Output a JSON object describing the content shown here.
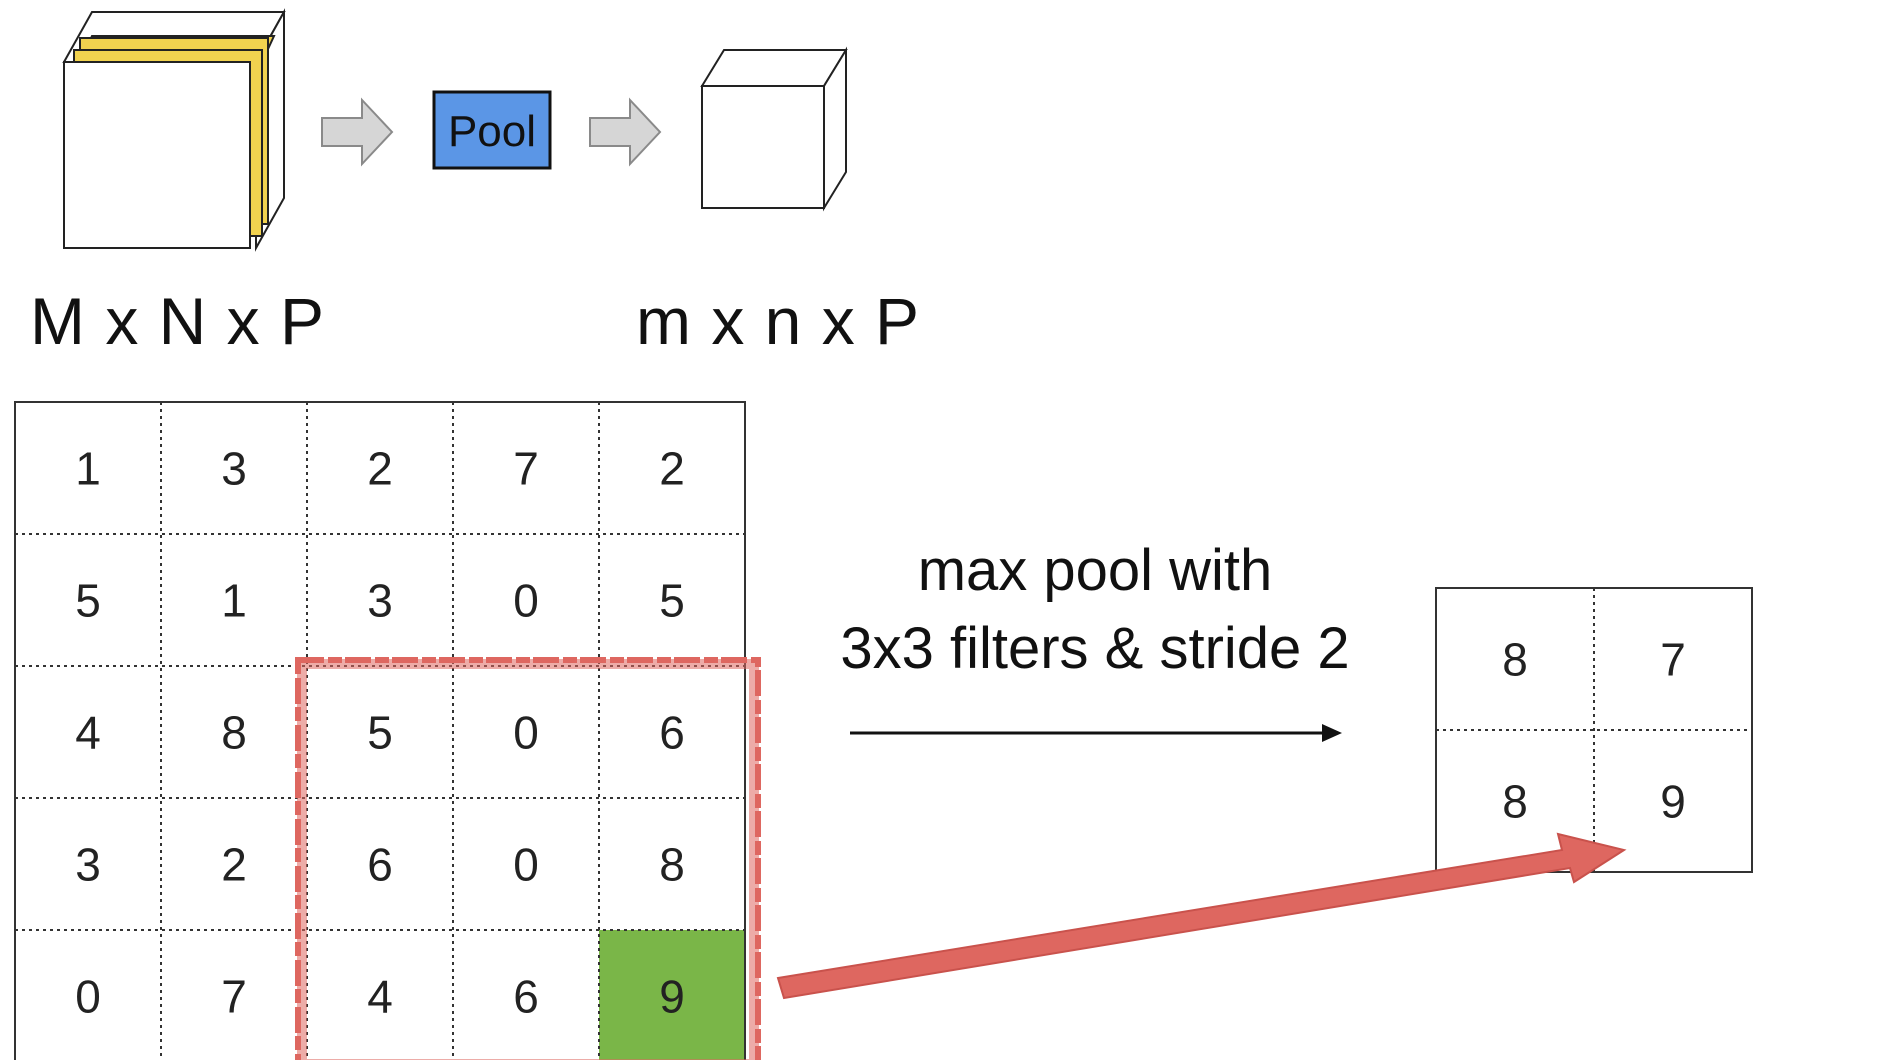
{
  "top": {
    "pool_label": "Pool",
    "input_dims": "M x N x P",
    "output_dims": "m x n x P"
  },
  "input_grid": [
    [
      1,
      3,
      2,
      7,
      2
    ],
    [
      5,
      1,
      3,
      0,
      5
    ],
    [
      4,
      8,
      5,
      0,
      6
    ],
    [
      3,
      2,
      6,
      0,
      8
    ],
    [
      0,
      7,
      4,
      6,
      9
    ]
  ],
  "output_grid": [
    [
      8,
      7
    ],
    [
      8,
      9
    ]
  ],
  "caption": {
    "line1": "max pool with",
    "line2": "3x3 filters & stride 2"
  },
  "colors": {
    "highlight_cell": "#7ab648",
    "window_border": "#de6760",
    "pool_box": "#5b96e6",
    "input_slab": "#f1d24f"
  }
}
